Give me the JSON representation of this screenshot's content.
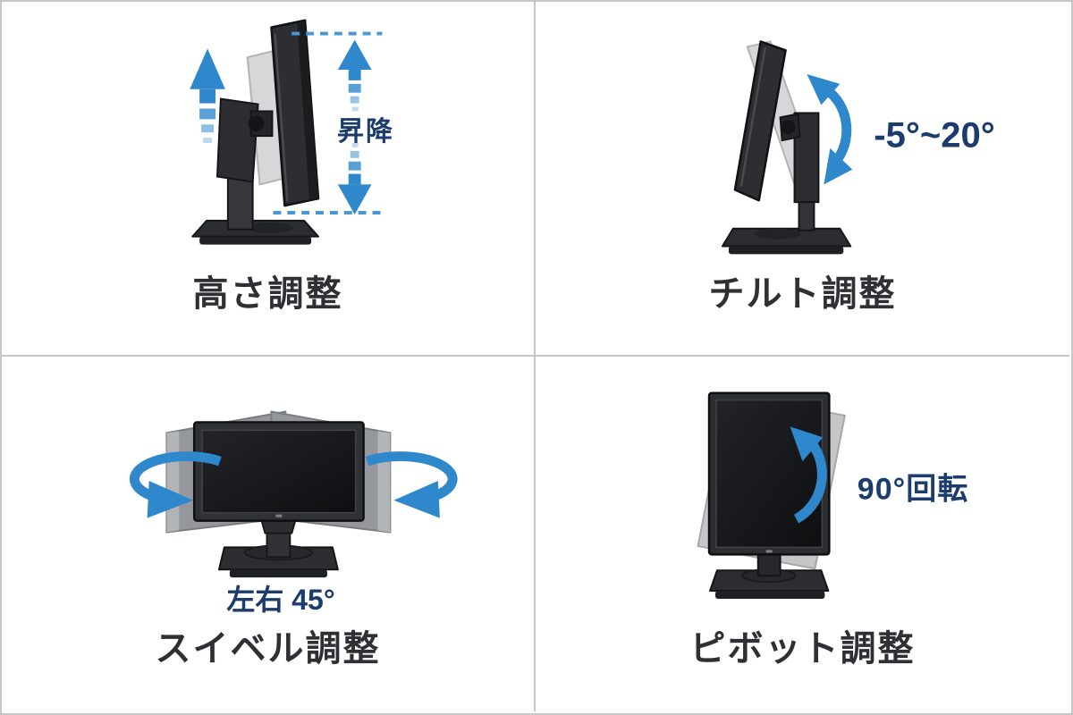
{
  "figure": {
    "type": "product-feature-diagram",
    "subject": "monitor stand ergonomic adjustments",
    "grid": "2x2"
  },
  "colors": {
    "accent-blue": "#2f88cc",
    "dashed-blue": "#4a97d3",
    "annotation-navy": "#1d3c6e",
    "caption-dark": "#2f3034",
    "divider-gray": "#c6c7c8",
    "page-bg": "#ffffff"
  },
  "panels": [
    {
      "id": "height",
      "caption": "高さ調整",
      "annotation": "昇降",
      "illustration": "monitor-side-view-height-adjust"
    },
    {
      "id": "tilt",
      "caption": "チルト調整",
      "annotation": "-5°~20°",
      "illustration": "monitor-side-view-tilt-adjust"
    },
    {
      "id": "swivel",
      "caption": "スイベル調整",
      "annotation": "左右 45°",
      "illustration": "monitor-front-view-swivel-adjust"
    },
    {
      "id": "pivot",
      "caption": "ピボット調整",
      "annotation": "90°回転",
      "illustration": "monitor-portrait-view-pivot-adjust"
    }
  ]
}
